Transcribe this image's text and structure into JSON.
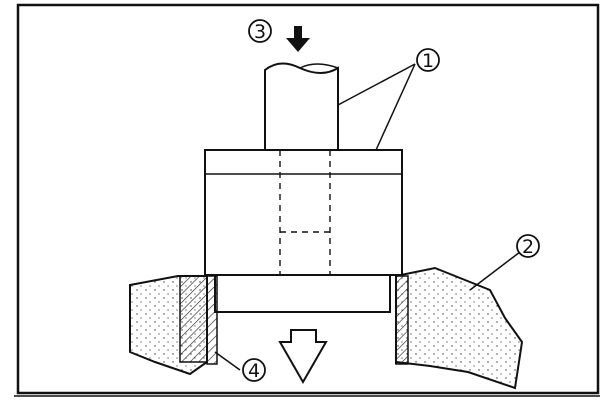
{
  "diagram": {
    "callouts": [
      {
        "id": "1",
        "text": "1"
      },
      {
        "id": "2",
        "text": "2"
      },
      {
        "id": "3",
        "text": "3"
      },
      {
        "id": "4",
        "text": "4"
      }
    ],
    "colors": {
      "ink": "#111111",
      "background": "#ffffff"
    }
  }
}
